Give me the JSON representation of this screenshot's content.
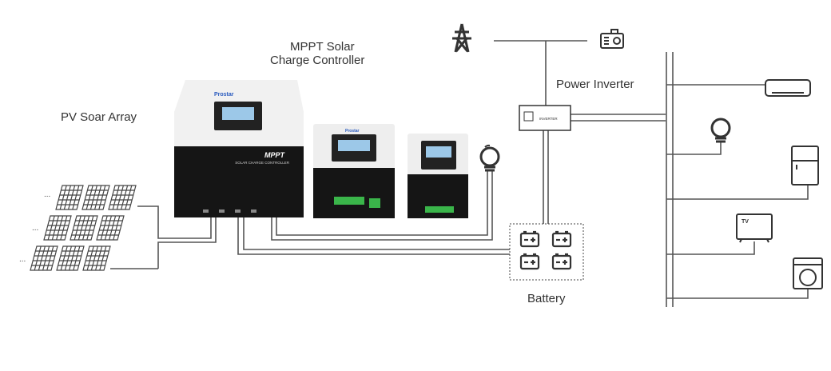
{
  "labels": {
    "pv_array": "PV Soar Array",
    "controller_line1": "MPPT Solar",
    "controller_line2": "Charge Controller",
    "power_inverter": "Power Inverter",
    "battery": "Battery"
  },
  "devices": {
    "brand": "Prostar",
    "mppt_title": "MPPT",
    "mppt_subtitle": "SOLAR CHARGE CONTROLLER",
    "inverter_text": "INVERTER"
  },
  "icons": [
    "transmission-tower-icon",
    "generator-icon",
    "air-conditioner-icon",
    "light-bulb-icon",
    "refrigerator-icon",
    "tv-icon",
    "washing-machine-icon",
    "battery-icon",
    "solar-panel-icon"
  ],
  "tv_text": "TV",
  "ellipsis": "...",
  "colors": {
    "line": "#555555",
    "dark": "#1a1a1a",
    "lcd": "#9cc8e8",
    "terminal": "#3ab54a"
  }
}
